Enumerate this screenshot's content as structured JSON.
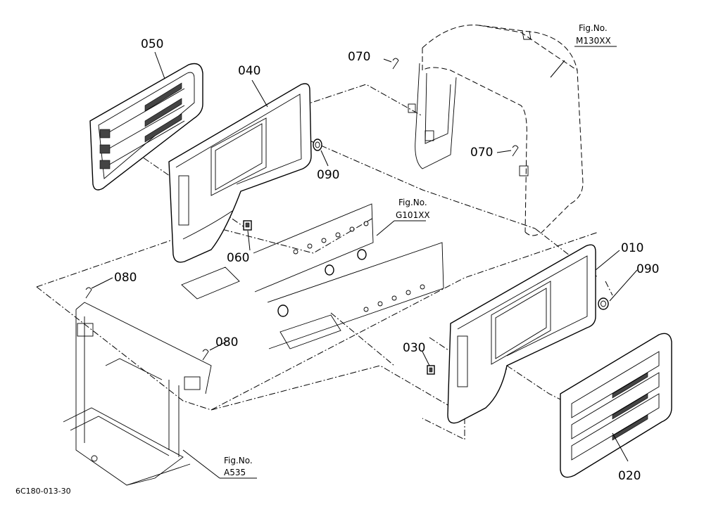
{
  "part_labels": {
    "p010": "010",
    "p020": "020",
    "p030": "030",
    "p040": "040",
    "p050": "050",
    "p060": "060",
    "p070a": "070",
    "p070b": "070",
    "p080a": "080",
    "p080b": "080",
    "p090a": "090",
    "p090b": "090"
  },
  "figure_refs": {
    "m130": {
      "title": "Fig.No.",
      "number": "M130XX"
    },
    "g101": {
      "title": "Fig.No.",
      "number": "G101XX"
    },
    "a535": {
      "title": "Fig.No.",
      "number": "A535"
    }
  },
  "drawing_code": "6C180-013-30"
}
